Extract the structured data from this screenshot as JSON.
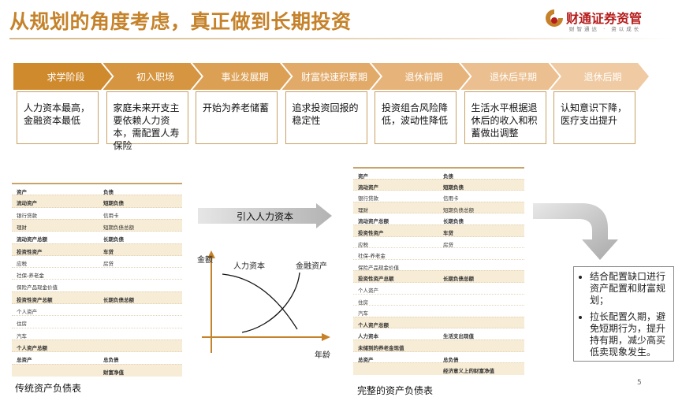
{
  "header": {
    "title": "从规划的角度考虑，真正做到长期投资",
    "logo_name": "财通证券资管",
    "logo_slogan": "财智通达 · 资以成长"
  },
  "stages": [
    {
      "label": "求学阶段",
      "desc": "人力资本最高，金融资本最低",
      "color": "#d08a2e"
    },
    {
      "label": "初入职场",
      "desc": "家庭未来开支主要依赖人力资本，需配置人寿保险",
      "color": "#d69540"
    },
    {
      "label": "事业发展期",
      "desc": "开始为养老储蓄",
      "color": "#dca055"
    },
    {
      "label": "财富快速积累期",
      "desc": "追求投资回报的稳定性",
      "color": "#e2aa69"
    },
    {
      "label": "退休前期",
      "desc": "投资组合风险降低，波动性降低",
      "color": "#e6b47b"
    },
    {
      "label": "退休后早期",
      "desc": "生活水平根据退休后的收入和积蓄做出调整",
      "color": "#ebbf8f"
    },
    {
      "label": "退休后期",
      "desc": "认知意识下降，医疗支出提升",
      "color": "#efcaa3"
    }
  ],
  "traditional_table": {
    "caption": "传统资产负债表",
    "rows": [
      {
        "c1": "资产",
        "c2": "负债",
        "bold": true,
        "hl": false
      },
      {
        "c1": "流动资产",
        "c2": "短期负债",
        "bold": true,
        "hl": true
      },
      {
        "c1": "银行贷款",
        "c2": "信用卡",
        "bold": false,
        "hl": false
      },
      {
        "c1": "理财",
        "c2": "短期负债总额",
        "bold": false,
        "hl": true
      },
      {
        "c1": "流动资产总额",
        "c2": "长期负债",
        "bold": true,
        "hl": false
      },
      {
        "c1": "投资性资产",
        "c2": "车贷",
        "bold": true,
        "hl": true
      },
      {
        "c1": "应税",
        "c2": "房贷",
        "bold": false,
        "hl": false
      },
      {
        "c1": "社保-养老金",
        "c2": "",
        "bold": false,
        "hl": false
      },
      {
        "c1": "保险产品现金价值",
        "c2": "",
        "bold": false,
        "hl": false
      },
      {
        "c1": "投资性资产总额",
        "c2": "长期负债总额",
        "bold": true,
        "hl": true
      },
      {
        "c1": "个人资产",
        "c2": "",
        "bold": false,
        "hl": false
      },
      {
        "c1": "住房",
        "c2": "",
        "bold": false,
        "hl": false
      },
      {
        "c1": "汽车",
        "c2": "",
        "bold": false,
        "hl": false
      },
      {
        "c1": "个人资产总额",
        "c2": "",
        "bold": true,
        "hl": true
      },
      {
        "c1": "总资产",
        "c2": "总负债",
        "bold": true,
        "hl": false
      },
      {
        "c1": "",
        "c2": "财富净值",
        "bold": true,
        "hl": true
      }
    ]
  },
  "complete_table": {
    "caption": "完整的资产负债表",
    "rows": [
      {
        "c1": "资产",
        "c2": "负债",
        "bold": true,
        "hl": false
      },
      {
        "c1": "流动资产",
        "c2": "短期负债",
        "bold": true,
        "hl": true
      },
      {
        "c1": "银行贷款",
        "c2": "信用卡",
        "bold": false,
        "hl": false
      },
      {
        "c1": "理财",
        "c2": "短期负债总额",
        "bold": false,
        "hl": true
      },
      {
        "c1": "流动资产总额",
        "c2": "长期负债",
        "bold": true,
        "hl": false
      },
      {
        "c1": "投资性资产",
        "c2": "车贷",
        "bold": true,
        "hl": true
      },
      {
        "c1": "应税",
        "c2": "房贷",
        "bold": false,
        "hl": false
      },
      {
        "c1": "社保-养老金",
        "c2": "",
        "bold": false,
        "hl": false
      },
      {
        "c1": "保险产品现金价值",
        "c2": "",
        "bold": false,
        "hl": false
      },
      {
        "c1": "投资性资产总额",
        "c2": "长期负债总额",
        "bold": true,
        "hl": true
      },
      {
        "c1": "个人资产",
        "c2": "",
        "bold": false,
        "hl": false
      },
      {
        "c1": "住房",
        "c2": "",
        "bold": false,
        "hl": false
      },
      {
        "c1": "汽车",
        "c2": "",
        "bold": false,
        "hl": false
      },
      {
        "c1": "个人资产总额",
        "c2": "",
        "bold": true,
        "hl": true
      },
      {
        "c1": "人力资本",
        "c2": "生活支出现值",
        "bold": true,
        "hl": false
      },
      {
        "c1": "未储到的养老金现值",
        "c2": "",
        "bold": true,
        "hl": true
      },
      {
        "c1": "总资产",
        "c2": "总负债",
        "bold": true,
        "hl": false
      },
      {
        "c1": "",
        "c2": "经济意义上的财富净值",
        "bold": true,
        "hl": true
      }
    ]
  },
  "intro_arrow_label": "引入人力资本",
  "curve_chart": {
    "y_label": "金额",
    "x_label": "年龄",
    "series_a_label": "人力资本",
    "series_b_label": "金融资产",
    "axis_color": "#c5822a"
  },
  "bullets": [
    "结合配置缺口进行资产配置和财富规划；",
    "拉长配置久期，避免短期行为，提升持有期，减少高买低卖现象发生。"
  ],
  "page_number": "5"
}
